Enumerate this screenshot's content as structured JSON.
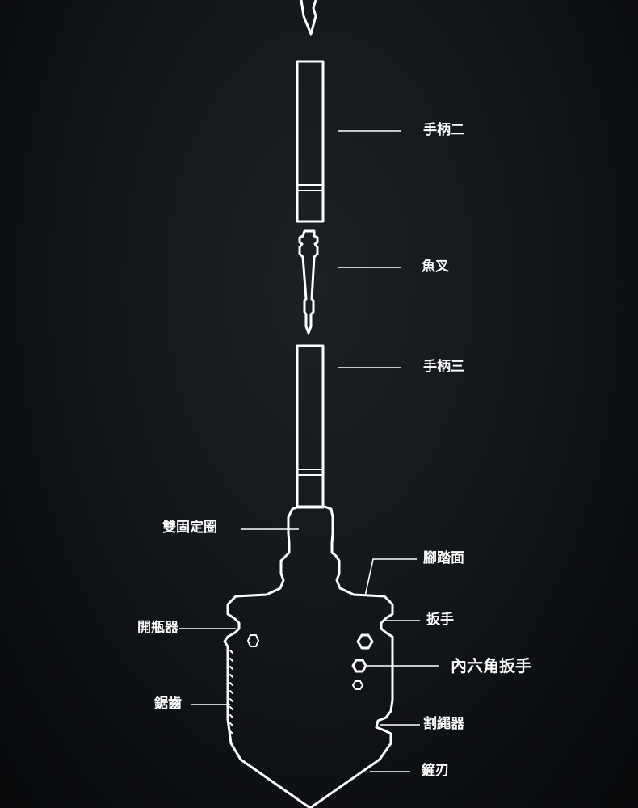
{
  "labels": {
    "handle_2": "手柄二",
    "fish_fork": "魚叉",
    "handle_3": "手柄三",
    "double_lock_ring": "雙固定圈",
    "foot_pedal": "腳踏面",
    "bottle_opener": "開瓶器",
    "wrench": "扳手",
    "hex_wrench": "內六角扳手",
    "saw_teeth": "鋸齒",
    "rope_cutter": "割繩器",
    "shovel_edge": "鏟刃"
  },
  "colors": {
    "background": "#0d1014",
    "line": "#ffffff"
  }
}
